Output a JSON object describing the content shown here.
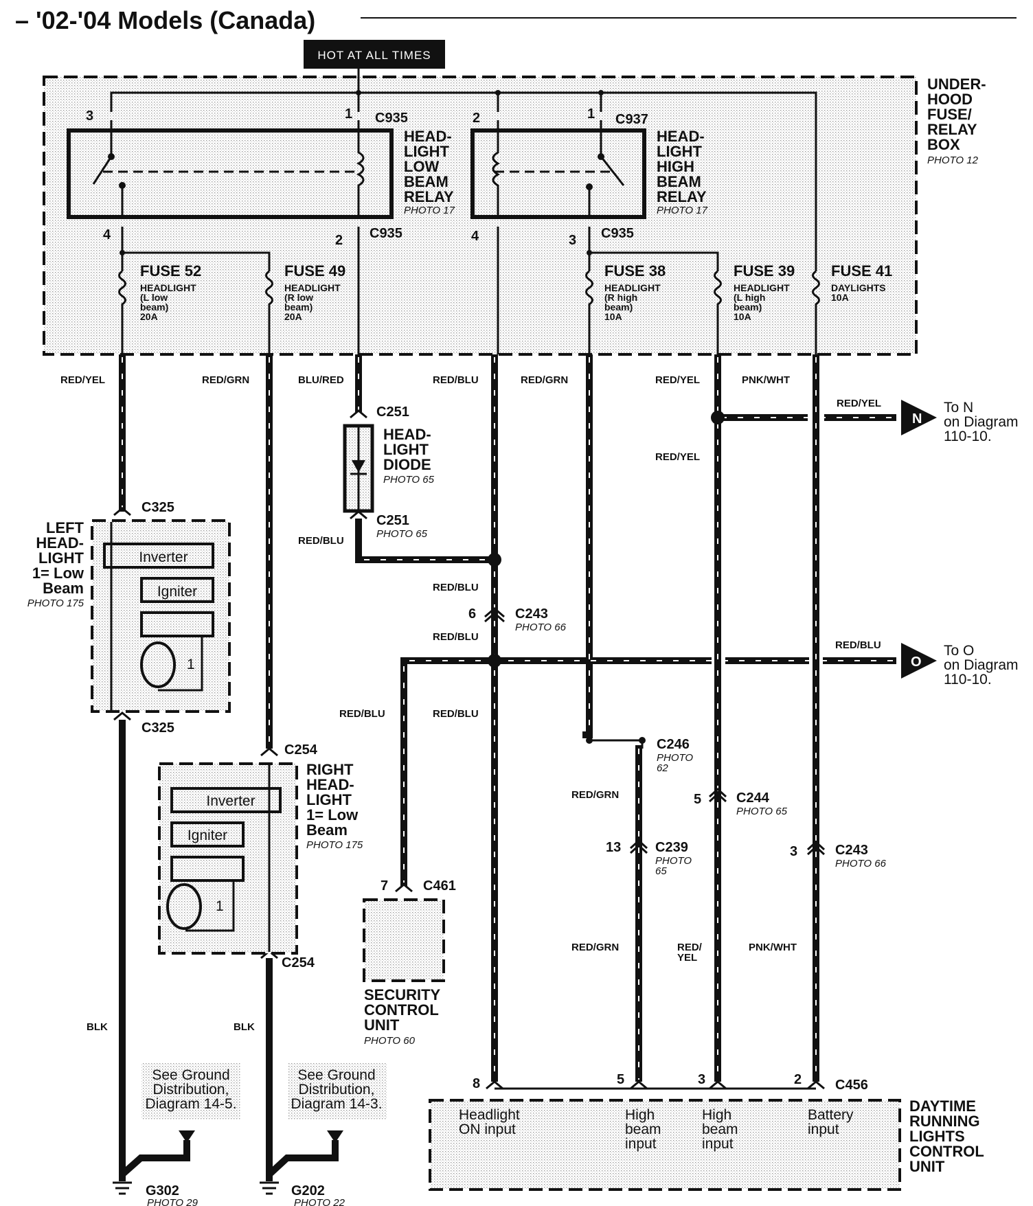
{
  "title": "– '02-'04 Models (Canada)",
  "hot_label": "HOT AT ALL TIMES",
  "fusebox": {
    "name": "UNDER-\nHOOD\nFUSE/\nRELAY\nBOX",
    "photo": "PHOTO 12",
    "low_relay": {
      "name": "HEAD-\nLIGHT\nLOW\nBEAM\nRELAY",
      "photo": "PHOTO 17"
    },
    "high_relay": {
      "name": "HEAD-\nLIGHT\nHIGH\nBEAM\nRELAY",
      "photo": "PHOTO 17"
    },
    "connectors": {
      "c935": "C935",
      "c937": "C937"
    },
    "pins": {
      "p1": "1",
      "p2": "2",
      "p3": "3",
      "p4": "4"
    },
    "fuses": [
      {
        "name": "FUSE 52",
        "desc": "HEADLIGHT\n(L low\nbeam)\n20A"
      },
      {
        "name": "FUSE 49",
        "desc": "HEADLIGHT\n(R low\nbeam)\n20A"
      },
      {
        "name": "FUSE 38",
        "desc": "HEADLIGHT\n(R high\nbeam)\n10A"
      },
      {
        "name": "FUSE 39",
        "desc": "HEADLIGHT\n(L high\nbeam)\n10A"
      },
      {
        "name": "FUSE 41",
        "desc": "DAYLIGHTS\n10A"
      }
    ]
  },
  "wires": {
    "red_yel": "RED/YEL",
    "red_grn": "RED/GRN",
    "blu_red": "BLU/RED",
    "red_blu": "RED/BLU",
    "pnk_wht": "PNK/WHT",
    "blk": "BLK",
    "red_yel_split": "RED/\nYEL"
  },
  "diode": {
    "name": "HEAD-\nLIGHT\nDIODE",
    "photo": "PHOTO 65",
    "conn": "C251",
    "photo2": "PHOTO 65"
  },
  "left_headlight": {
    "name": "LEFT\nHEAD-\nLIGHT\n1= Low\nBeam",
    "photo": "PHOTO 175",
    "conn": "C325",
    "inverter": "Inverter",
    "igniter": "Igniter",
    "bulb": "1"
  },
  "right_headlight": {
    "name": "RIGHT\nHEAD-\nLIGHT\n1= Low\nBeam",
    "photo": "PHOTO 175",
    "conn": "C254",
    "inverter": "Inverter",
    "igniter": "Igniter",
    "bulb": "1"
  },
  "connectors": {
    "c243a": {
      "label": "C243",
      "photo": "PHOTO 66",
      "pin": "6"
    },
    "c246": {
      "label": "C246",
      "photo": "PHOTO\n62"
    },
    "c244": {
      "label": "C244",
      "photo": "PHOTO 65",
      "pin": "5"
    },
    "c239": {
      "label": "C239",
      "photo": "PHOTO\n65",
      "pin": "13"
    },
    "c243b": {
      "label": "C243",
      "photo": "PHOTO 66",
      "pin": "3"
    },
    "c461": {
      "label": "C461",
      "pin": "7"
    },
    "c456": {
      "label": "C456",
      "pins": [
        "8",
        "5",
        "3",
        "2"
      ]
    }
  },
  "security": {
    "name": "SECURITY\nCONTROL\nUNIT",
    "photo": "PHOTO 60"
  },
  "drl": {
    "name": "DAYTIME\nRUNNING\nLIGHTS\nCONTROL\nUNIT",
    "inputs": [
      "Headlight\nON input",
      "High\nbeam\ninput",
      "High\nbeam\ninput",
      "Battery\ninput"
    ]
  },
  "offpage": [
    {
      "letter": "N",
      "text": "To N\non Diagram\n110-10."
    },
    {
      "letter": "O",
      "text": "To O\non Diagram\n110-10."
    }
  ],
  "grounds": [
    {
      "label": "G302",
      "photo": "PHOTO 29",
      "note": "See Ground\nDistribution,\nDiagram 14-5."
    },
    {
      "label": "G202",
      "photo": "PHOTO 22",
      "note": "See Ground\nDistribution,\nDiagram 14-3."
    }
  ]
}
